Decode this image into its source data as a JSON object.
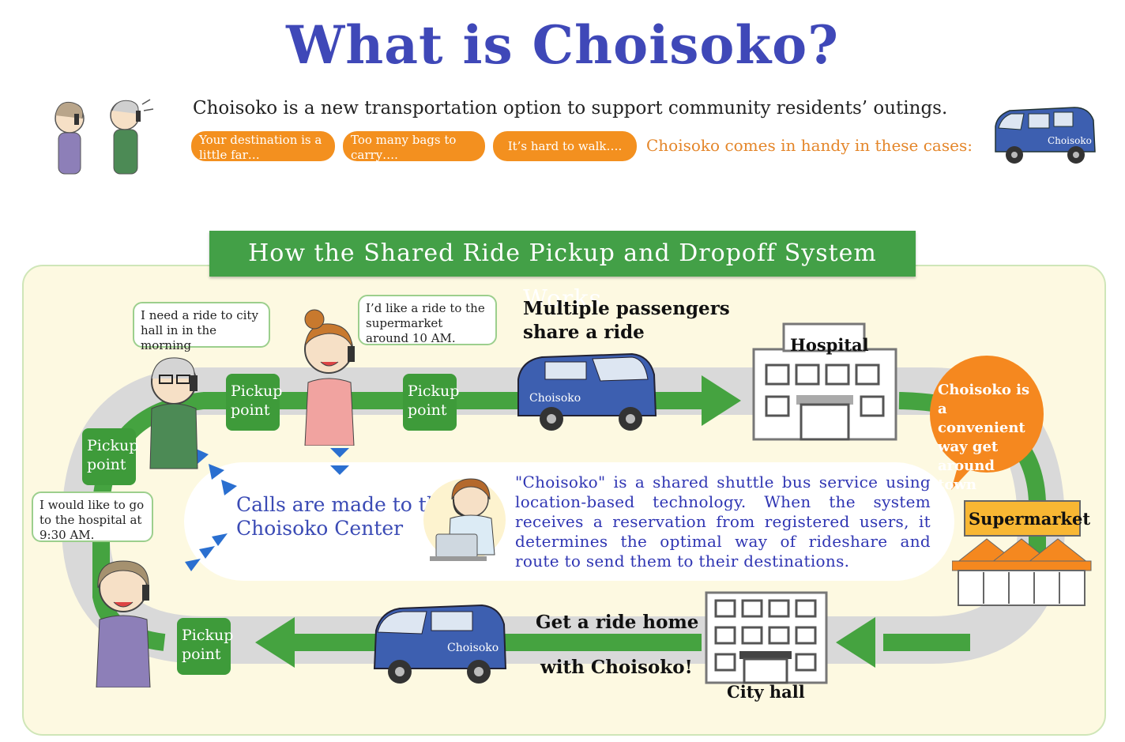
{
  "title": "What is Choisoko?",
  "intro": "Choisoko is a new transportation option to support community residents’ outings.",
  "cases": [
    "Your destination is a little far…",
    "Too many bags to carry….",
    "It’s hard to walk…."
  ],
  "handy_text": "Choisoko comes in handy in these cases:",
  "banner": "How the Shared Ride Pickup and Dropoff System Works",
  "bubbles": {
    "grandpa": "I need a ride to city hall in in the morning",
    "woman": "I’d like a ride to the supermarket around 10 AM.",
    "grandma": "I would like to go to the hospital at 9:30 AM."
  },
  "pickup": {
    "line1": "Pickup",
    "line2": "point"
  },
  "multiple": {
    "line1": "Multiple passengers",
    "line2": "share a ride"
  },
  "calls": {
    "line1": "Calls are made to the",
    "line2": "Choisoko Center"
  },
  "description": "\"Choisoko\" is a shared shuttle bus service using location-based technology. When the system receives a reservation from registered users, it determines the optimal way of rideshare and route to send them to their destinations.",
  "convenient": "Choisoko is a convenient way get around town",
  "buildings": {
    "hospital": "Hospital",
    "supermarket": "Supermarket",
    "city_hall": "City hall"
  },
  "ride_home": {
    "line1": "Get a ride home",
    "line2": "with Choisoko!"
  },
  "van_label": "Choisoko",
  "colors": {
    "title": "#3f48b8",
    "green": "#43a047",
    "orange": "#f3901f",
    "panel": "#fdf9e1",
    "blue_text": "#2f35b3"
  }
}
